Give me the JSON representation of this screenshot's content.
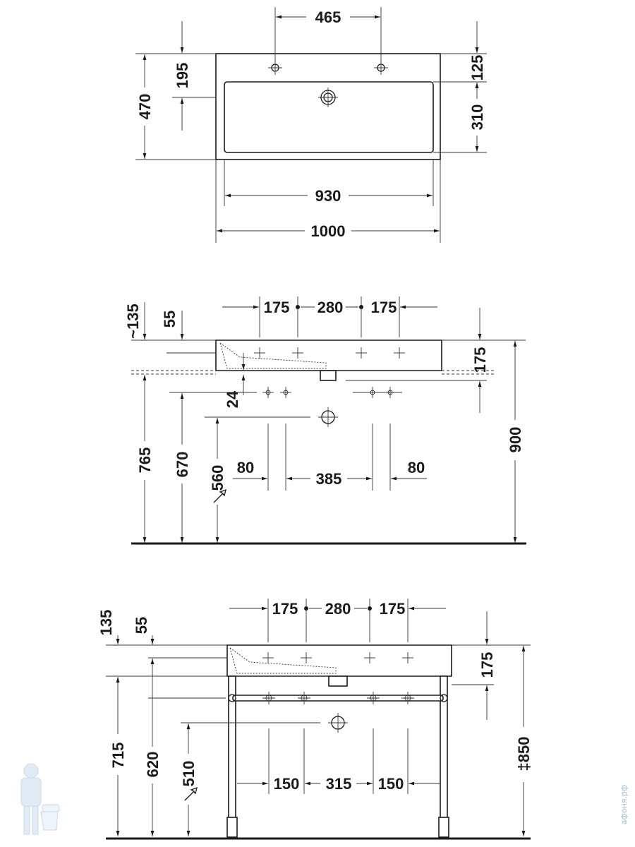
{
  "top_view": {
    "tap_spacing": "465",
    "depth_total": "470",
    "front_to_overflow": "195",
    "back_to_bowl": "125",
    "bowl_depth": "310",
    "bowl_width": "930",
    "total_width": "1000"
  },
  "wall_view": {
    "hole_spacing_outer_left": "175",
    "hole_spacing_middle": "280",
    "hole_spacing_outer_right": "175",
    "approx_135": "~135",
    "rim_55": "55",
    "basin_height": "175",
    "drop_24": "24",
    "height_765": "765",
    "height_670": "670",
    "height_560": "560",
    "height_900": "900",
    "offset_left_80": "80",
    "center_385": "385",
    "offset_right_80": "80"
  },
  "console_view": {
    "hole_spacing_outer_left": "175",
    "hole_spacing_middle": "280",
    "hole_spacing_outer_right": "175",
    "dim_135": "135",
    "rim_55": "55",
    "basin_height": "175",
    "height_715": "715",
    "height_620": "620",
    "height_510": "510",
    "height_850": "‡850",
    "offset_left_150": "150",
    "center_315": "315",
    "offset_right_150": "150"
  },
  "watermark": {
    "text": "афоня.рф",
    "icon": "plumber-mascot-icon"
  }
}
